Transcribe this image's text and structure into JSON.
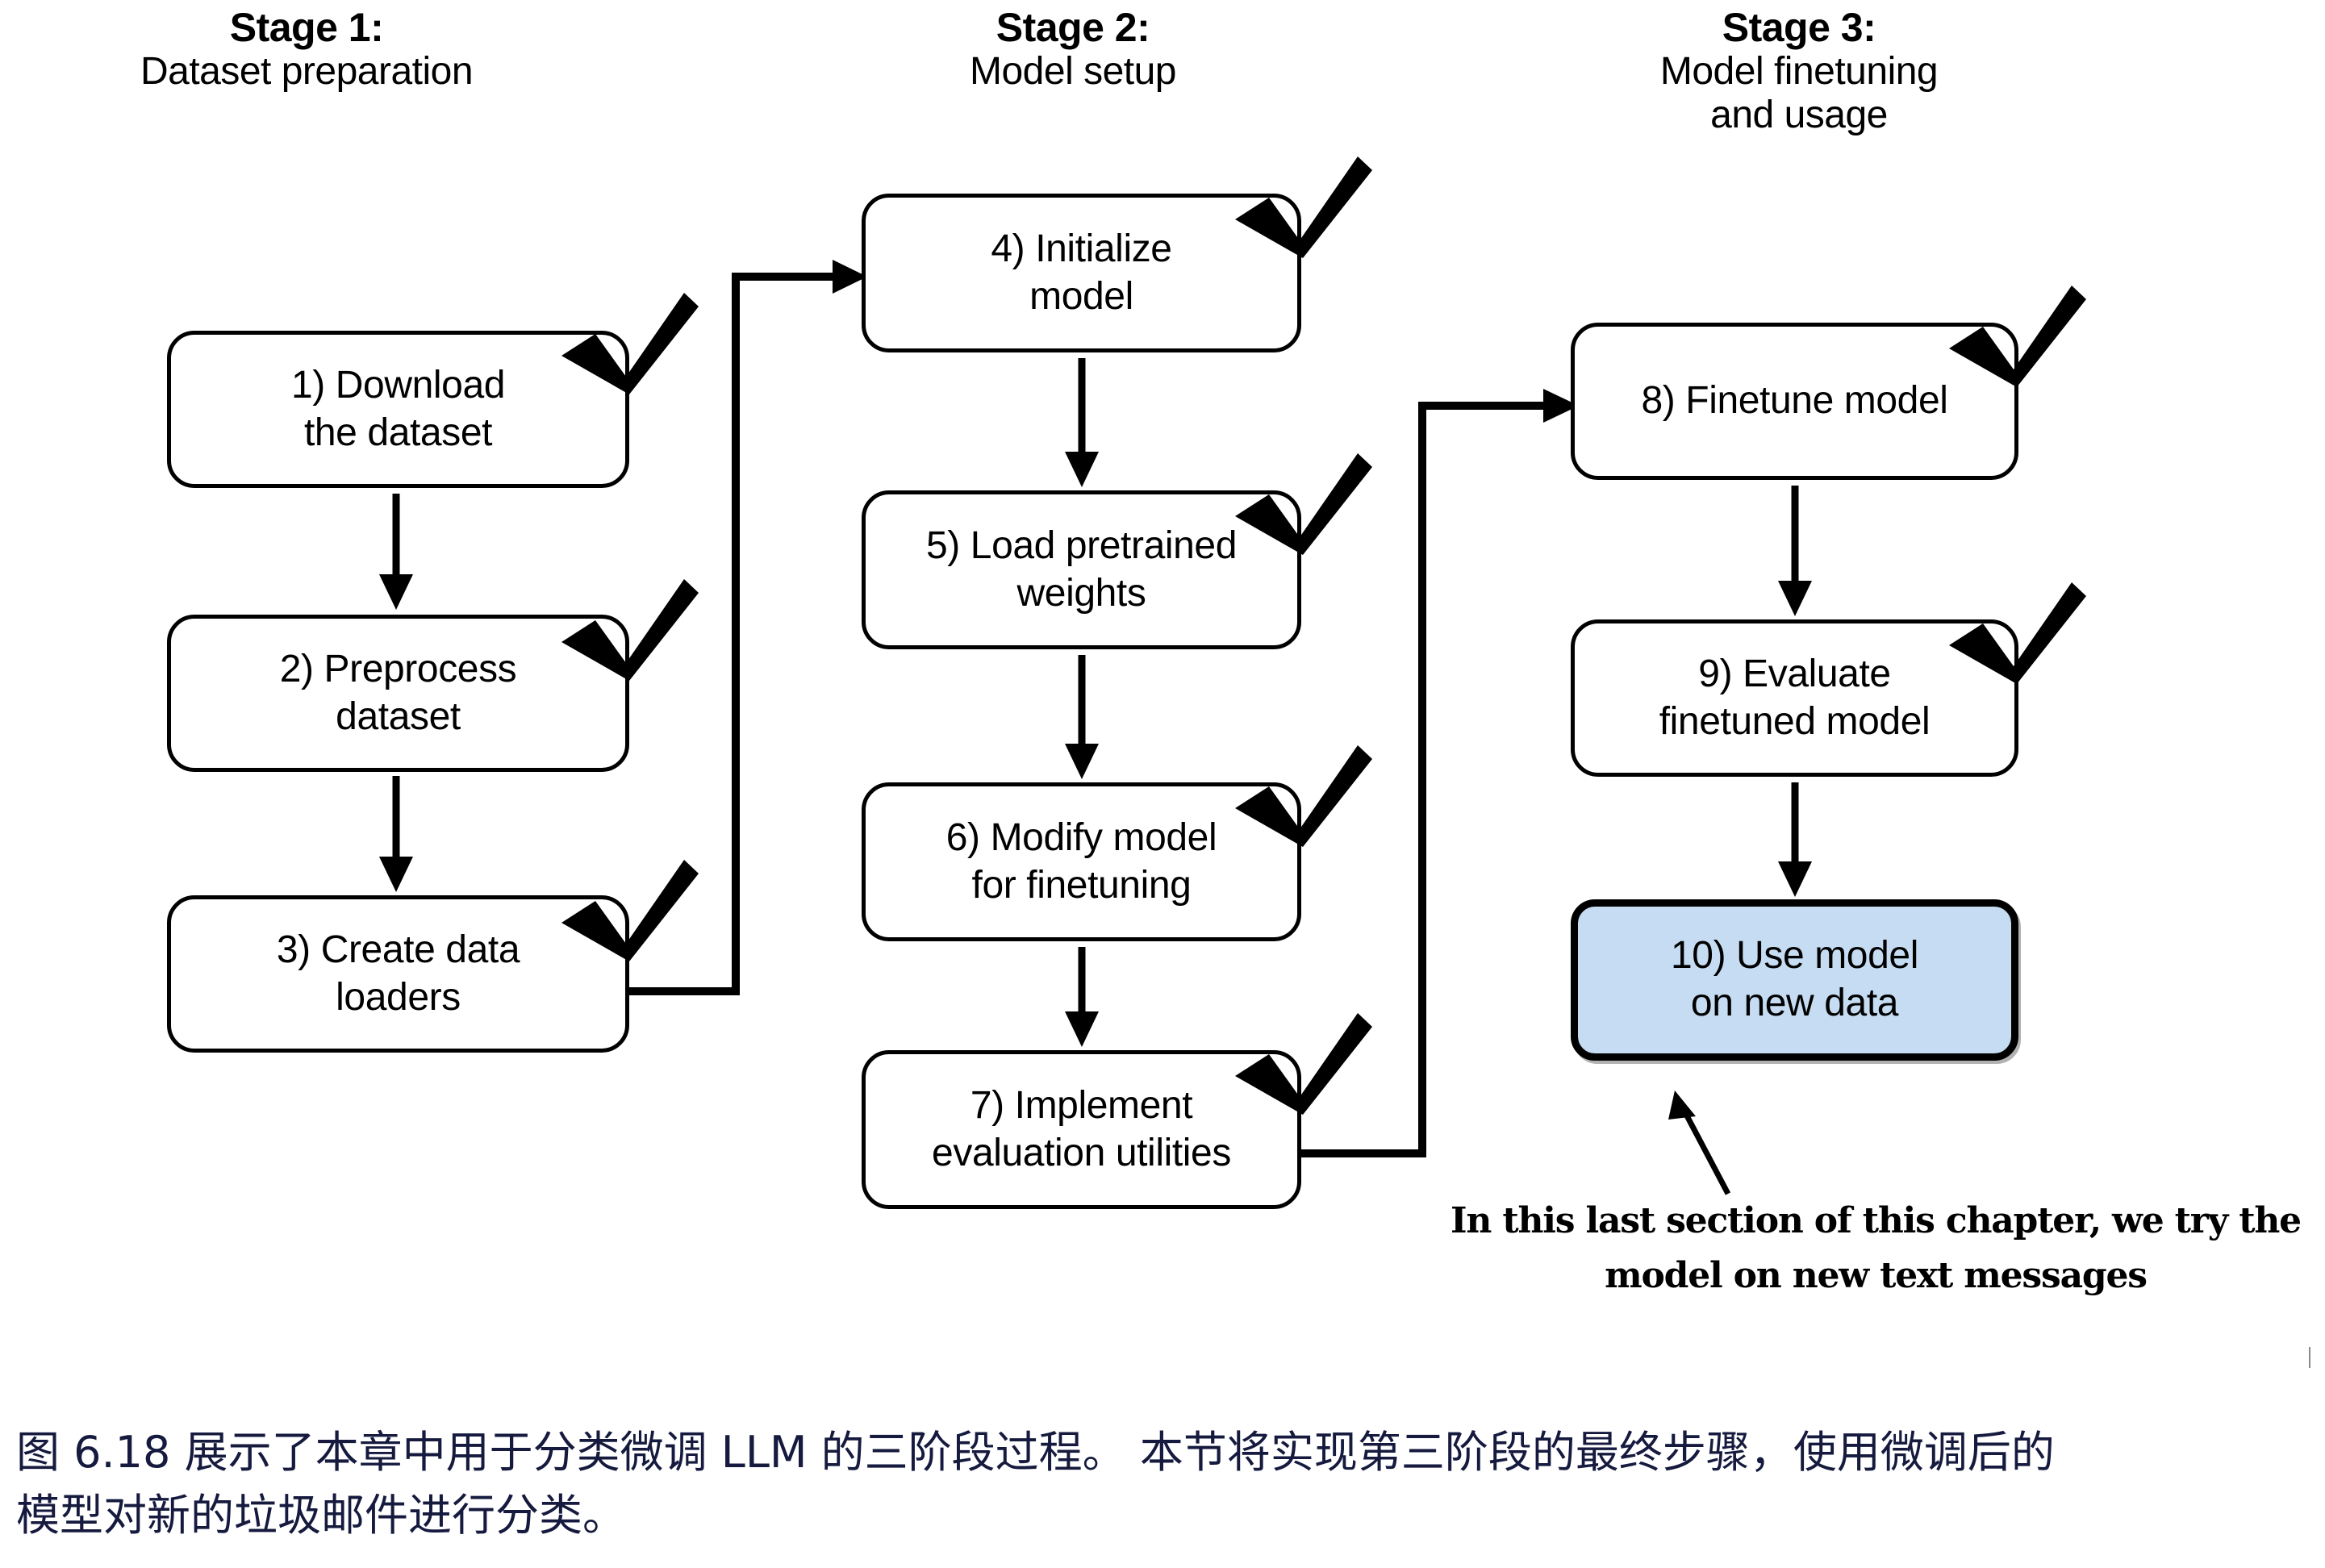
{
  "stages": [
    {
      "title": "Stage 1:",
      "subtitle": "Dataset preparation"
    },
    {
      "title": "Stage 2:",
      "subtitle": "Model setup"
    },
    {
      "title": "Stage 3:",
      "subtitle": "Model finetuning\nand usage"
    }
  ],
  "stage3_sub_line1": "Model finetuning",
  "stage3_sub_line2": "and usage",
  "nodes": [
    {
      "id": "step1",
      "line1": "1) Download",
      "line2": "the dataset",
      "checked": true,
      "highlighted": false
    },
    {
      "id": "step2",
      "line1": "2) Preprocess",
      "line2": "dataset",
      "checked": true,
      "highlighted": false
    },
    {
      "id": "step3",
      "line1": "3) Create data",
      "line2": "loaders",
      "checked": true,
      "highlighted": false
    },
    {
      "id": "step4",
      "line1": "4) Initialize",
      "line2": "model",
      "checked": true,
      "highlighted": false
    },
    {
      "id": "step5",
      "line1": "5) Load pretrained",
      "line2": "weights",
      "checked": true,
      "highlighted": false
    },
    {
      "id": "step6",
      "line1": "6) Modify model",
      "line2": "for finetuning",
      "checked": true,
      "highlighted": false
    },
    {
      "id": "step7",
      "line1": "7) Implement",
      "line2": "evaluation utilities",
      "checked": true,
      "highlighted": false
    },
    {
      "id": "step8",
      "line1": "8) Finetune model",
      "line2": "",
      "checked": true,
      "highlighted": false
    },
    {
      "id": "step9",
      "line1": "9) Evaluate",
      "line2": "finetuned model",
      "checked": true,
      "highlighted": false
    },
    {
      "id": "step10",
      "line1": "10) Use model",
      "line2": "on new data",
      "checked": false,
      "highlighted": true
    }
  ],
  "annotation": {
    "line1": "In this last section of this chapter, we try the",
    "line2": "model on new text messages"
  },
  "caption": {
    "line1": "图 6.18 展示了本章中用于分类微调 LLM 的三阶段过程。 本节将实现第三阶段的最终步骤，使用微调后的",
    "line2": "模型对新的垃圾邮件进行分类。"
  },
  "colors": {
    "highlight_fill": "#c5dcf2",
    "stroke": "#000000",
    "caption_text": "#151a3e"
  },
  "icons": {
    "check": "check-mark-icon",
    "arrow": "arrow-down-icon"
  }
}
